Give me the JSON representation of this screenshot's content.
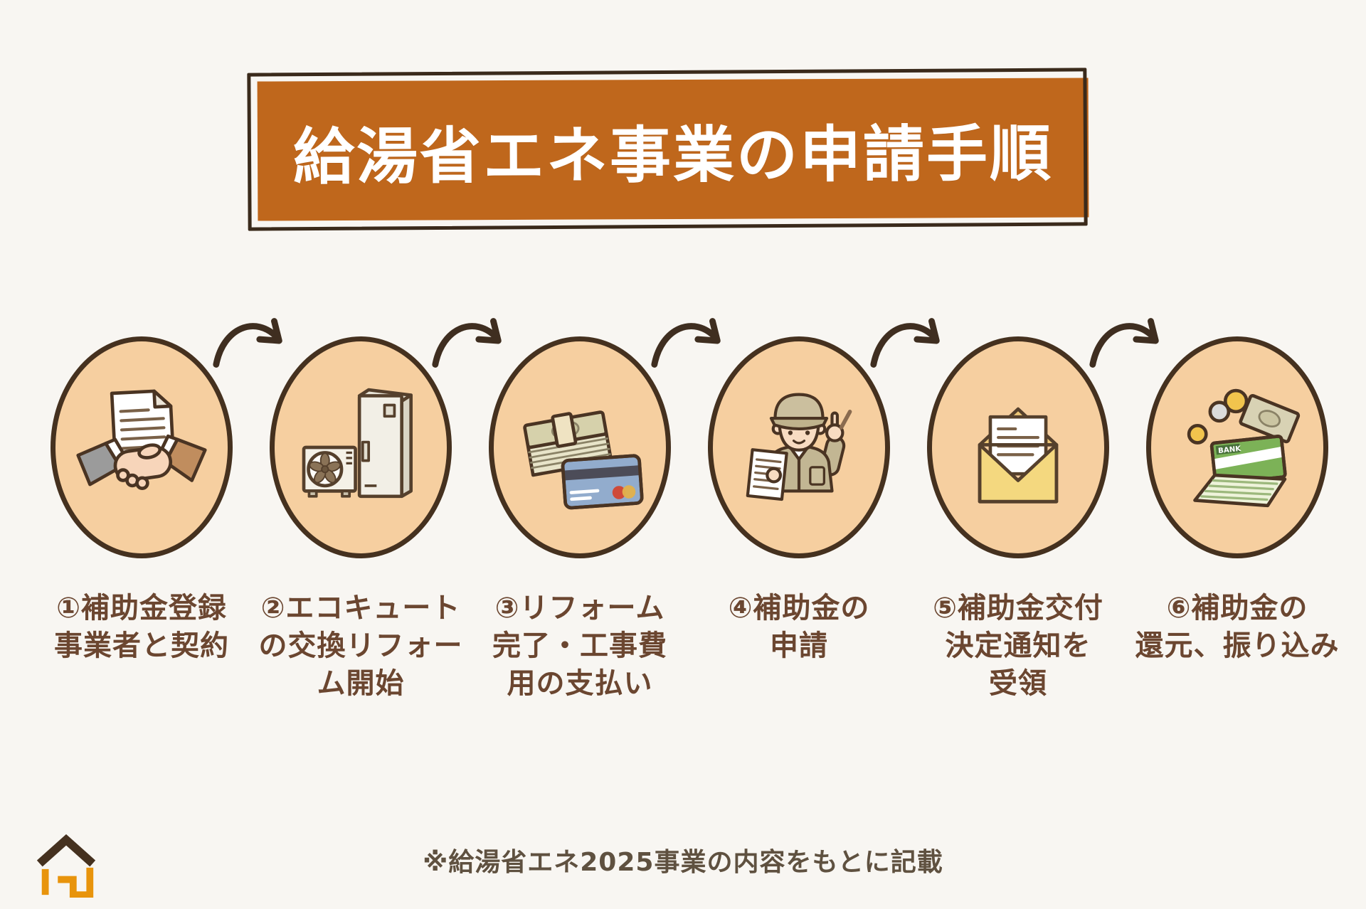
{
  "page": {
    "title": "給湯省エネ事業の申請手順",
    "footer_note": "※給湯省エネ2025事業の内容をもとに記載"
  },
  "steps": [
    {
      "label": "①補助金登録\n事業者と契約",
      "icon": "handshake-contract-icon"
    },
    {
      "label": "②エコキュート\nの交換リフォー\nム開始",
      "icon": "ecocute-heatpump-icon"
    },
    {
      "label": "③リフォーム\n完了・工事費\n用の支払い",
      "icon": "cash-creditcard-icon"
    },
    {
      "label": "④補助金の\n申請",
      "icon": "worker-application-icon"
    },
    {
      "label": "⑤補助金交付\n決定通知を\n受領",
      "icon": "notice-envelope-icon"
    },
    {
      "label": "⑥補助金の\n還元、振り込み",
      "icon": "bankbook-refund-icon"
    }
  ],
  "colors": {
    "background": "#f8f6f2",
    "banner_fill": "#bf671c",
    "banner_outline": "#3a2a1b",
    "title_text": "#ffffff",
    "circle_fill": "#f6cfa0",
    "circle_border": "#45311f",
    "label_text": "#6b4630",
    "footer_text": "#5f5140",
    "arrow": "#3f2e20",
    "logo_orange": "#e8940c"
  }
}
